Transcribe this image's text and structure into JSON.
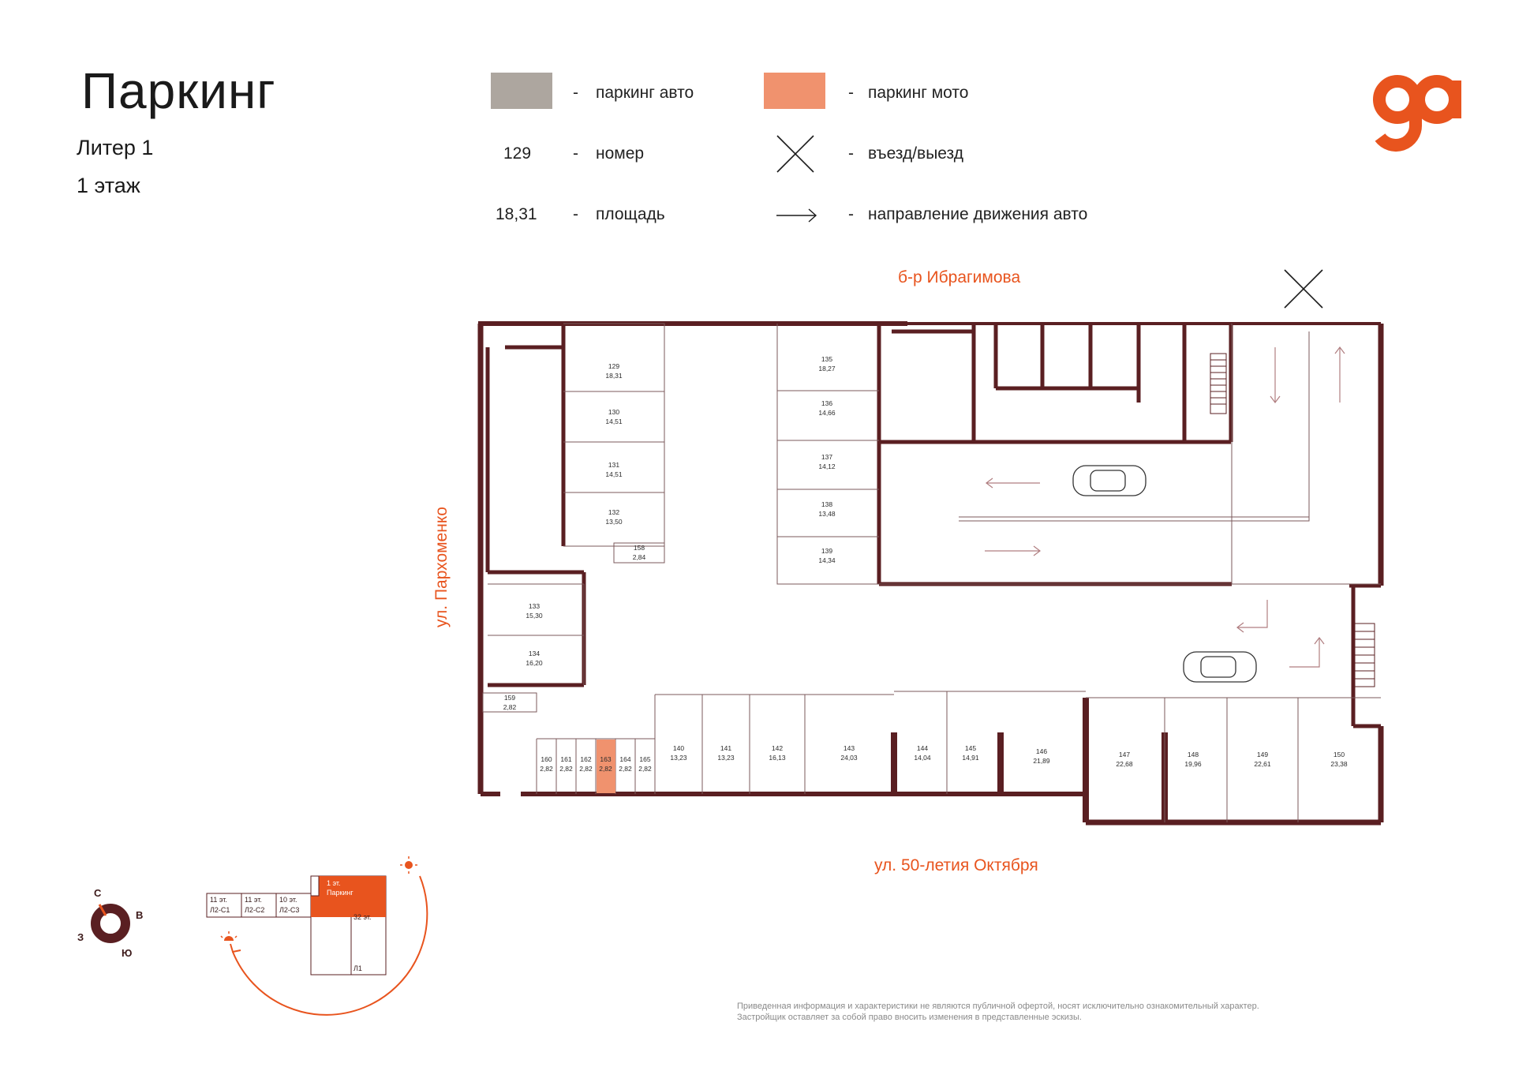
{
  "header": {
    "title": "Паркинг",
    "liter": "Литер 1",
    "floor": "1 этаж"
  },
  "legend": {
    "car_parking": "паркинг авто",
    "moto_parking": "паркинг мото",
    "number_example": "129",
    "number_label": "номер",
    "area_example": "18,31",
    "area_label": "площадь",
    "entrance_label": "въезд/выезд",
    "direction_label": "направление движения авто",
    "dash": "-"
  },
  "colors": {
    "car_swatch": "#ADA69F",
    "moto_swatch": "#F0926E",
    "wall": "#5A1F22",
    "accent": "#E8541E"
  },
  "streets": {
    "north": "б-р Ибрагимова",
    "west": "ул. Пархоменко",
    "south": "ул. 50-летия Октября"
  },
  "lots": [
    {
      "num": "129",
      "area": "18,31"
    },
    {
      "num": "130",
      "area": "14,51"
    },
    {
      "num": "131",
      "area": "14,51"
    },
    {
      "num": "132",
      "area": "13,50"
    },
    {
      "num": "158",
      "area": "2,84"
    },
    {
      "num": "135",
      "area": "18,27"
    },
    {
      "num": "136",
      "area": "14,66"
    },
    {
      "num": "137",
      "area": "14,12"
    },
    {
      "num": "138",
      "area": "13,48"
    },
    {
      "num": "139",
      "area": "14,34"
    },
    {
      "num": "133",
      "area": "15,30"
    },
    {
      "num": "134",
      "area": "16,20"
    },
    {
      "num": "159",
      "area": "2,82"
    },
    {
      "num": "160",
      "area": "2,82"
    },
    {
      "num": "161",
      "area": "2,82"
    },
    {
      "num": "162",
      "area": "2,82"
    },
    {
      "num": "163",
      "area": "2,82",
      "type": "moto"
    },
    {
      "num": "164",
      "area": "2,82"
    },
    {
      "num": "165",
      "area": "2,82"
    },
    {
      "num": "140",
      "area": "13,23"
    },
    {
      "num": "141",
      "area": "13,23"
    },
    {
      "num": "142",
      "area": "16,13"
    },
    {
      "num": "143",
      "area": "24,03"
    },
    {
      "num": "144",
      "area": "14,04"
    },
    {
      "num": "145",
      "area": "14,91"
    },
    {
      "num": "146",
      "area": "21,89"
    },
    {
      "num": "147",
      "area": "22,68"
    },
    {
      "num": "148",
      "area": "19,96"
    },
    {
      "num": "149",
      "area": "22,61"
    },
    {
      "num": "150",
      "area": "23,38"
    }
  ],
  "minimap": {
    "b1_floors": "11 эт.",
    "b1_name": "Л2-С1",
    "b2_floors": "11 эт.",
    "b2_name": "Л2-С2",
    "b3_floors": "10 эт.",
    "b3_name": "Л2-С3",
    "parking_floor": "1 эт.",
    "parking_label": "Паркинг",
    "tower_floors": "32 эт.",
    "tower_name": "Л1"
  },
  "compass": {
    "n": "С",
    "e": "В",
    "s": "Ю",
    "w": "З"
  },
  "disclaimer": {
    "line1": "Приведенная информация и характеристики не являются публичной офертой, носят исключительно ознакомительный характер.",
    "line2": "Застройщик оставляет за собой право вносить изменения в представленные эскизы."
  }
}
